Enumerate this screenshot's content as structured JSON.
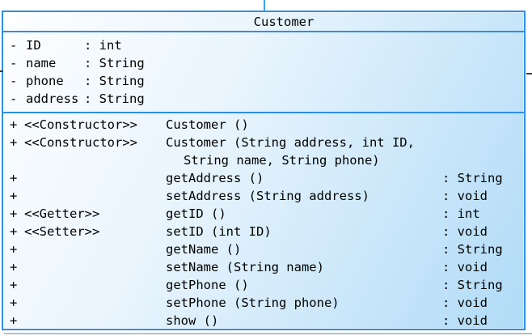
{
  "diagram": {
    "class_name": "Customer",
    "attributes": [
      {
        "visibility": "-",
        "name": "ID",
        "type": ": int"
      },
      {
        "visibility": "-",
        "name": "name",
        "type": ": String"
      },
      {
        "visibility": "-",
        "name": "phone",
        "type": ": String"
      },
      {
        "visibility": "-",
        "name": "address",
        "type": ": String"
      }
    ],
    "operations": [
      {
        "visibility": "+",
        "stereotype": "<<Constructor>>",
        "signature": "Customer ()",
        "signature_continuation": "",
        "return_type": ""
      },
      {
        "visibility": "+",
        "stereotype": "<<Constructor>>",
        "signature": "Customer (String address, int ID,",
        "signature_continuation": "String name, String phone)",
        "return_type": ""
      },
      {
        "visibility": "+",
        "stereotype": "",
        "signature": "getAddress ()",
        "signature_continuation": "",
        "return_type": ": String"
      },
      {
        "visibility": "+",
        "stereotype": "",
        "signature": "setAddress (String address)",
        "signature_continuation": "",
        "return_type": ": void"
      },
      {
        "visibility": "+",
        "stereotype": "<<Getter>>",
        "signature": "getID ()",
        "signature_continuation": "",
        "return_type": ": int"
      },
      {
        "visibility": "+",
        "stereotype": "<<Setter>>",
        "signature": "setID (int ID)",
        "signature_continuation": "",
        "return_type": ": void"
      },
      {
        "visibility": "+",
        "stereotype": "",
        "signature": "getName ()",
        "signature_continuation": "",
        "return_type": ": String"
      },
      {
        "visibility": "+",
        "stereotype": "",
        "signature": "setName (String name)",
        "signature_continuation": "",
        "return_type": ": void"
      },
      {
        "visibility": "+",
        "stereotype": "",
        "signature": "getPhone ()",
        "signature_continuation": "",
        "return_type": ": String"
      },
      {
        "visibility": "+",
        "stereotype": "",
        "signature": "setPhone (String phone)",
        "signature_continuation": "",
        "return_type": ": void"
      },
      {
        "visibility": "+",
        "stereotype": "",
        "signature": "show ()",
        "signature_continuation": "",
        "return_type": ": void"
      }
    ],
    "colors": {
      "border": "#2f8ee3",
      "connector_blue": "#3da0f5",
      "connector_dark": "#3c3c3c",
      "fill_light": "#fdfeff",
      "fill_dark": "#b0dbf7",
      "text": "#000000"
    }
  }
}
